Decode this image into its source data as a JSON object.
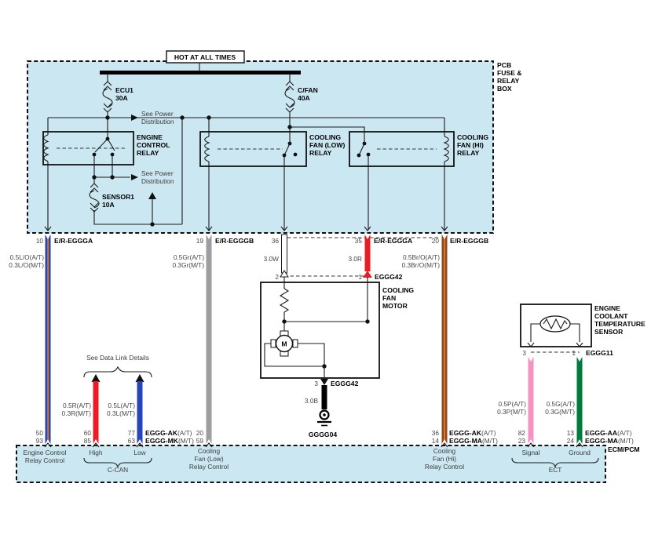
{
  "header": {
    "hot": "HOT AT ALL TIMES"
  },
  "pcb_box": {
    "lines": [
      "PCB",
      "FUSE &",
      "RELAY",
      "BOX"
    ]
  },
  "fuses": {
    "ecu1": {
      "name": "ECU1",
      "rating": "30A"
    },
    "cfan": {
      "name": "C/FAN",
      "rating": "40A"
    },
    "sensor1": {
      "name": "SENSOR1",
      "rating": "10A"
    }
  },
  "relays": {
    "ecr": [
      "ENGINE",
      "CONTROL",
      "RELAY"
    ],
    "low": [
      "COOLING",
      "FAN (LOW)",
      "RELAY"
    ],
    "hi": [
      "COOLING",
      "FAN (HI)",
      "RELAY"
    ]
  },
  "notes": {
    "spd1": [
      "See Power",
      "Distribution"
    ],
    "spd2": [
      "See Power",
      "Distribution"
    ],
    "datalink": "See Data Link Details"
  },
  "motor": {
    "label": [
      "COOLING",
      "FAN",
      "MOTOR"
    ],
    "letter": "M"
  },
  "ect": {
    "label": [
      "ENGINE",
      "COOLANT",
      "TEMPERATURE",
      "SENSOR"
    ]
  },
  "top_pins": {
    "p10": "10",
    "c10": "E/R-EGGGA",
    "p19": "19",
    "c19": "E/R-EGGGB",
    "p36": "36",
    "p35": "35",
    "c35": "E/R-EGGGA",
    "p20": "20",
    "c20": "E/R-EGGGB"
  },
  "wire_labels": {
    "w10": [
      "0.5L/O(A/T)",
      "0.3L/O(M/T)"
    ],
    "w19": [
      "0.5Gr(A/T)",
      "0.3Gr(M/T)"
    ],
    "w36": "3.0W",
    "w35": "3.0R",
    "w20": [
      "0.5Br/O(A/T)",
      "0.3Br/O(M/T)"
    ],
    "can_h": [
      "0.5R(A/T)",
      "0.3R(M/T)"
    ],
    "can_l": [
      "0.5L(A/T)",
      "0.3L(M/T)"
    ],
    "ect_s": [
      "0.5P(A/T)",
      "0.3P(M/T)"
    ],
    "ect_g": [
      "0.5G(A/T)",
      "0.3G(M/T)"
    ],
    "gnd": "3.0B"
  },
  "conn42": {
    "p2": "2",
    "p1": "1",
    "name": "EGGG42"
  },
  "conn42g": {
    "p3": "3",
    "name": "EGGG42",
    "ground": "GGGG04"
  },
  "conn11": {
    "p3": "3",
    "p1": "1",
    "name": "EGGG11"
  },
  "ecm": {
    "title": "ECM/PCM",
    "pins": {
      "ecr": [
        "50",
        "93"
      ],
      "canh": [
        "60",
        "85"
      ],
      "canl": [
        "77",
        "63"
      ],
      "low": [
        "20",
        "59"
      ],
      "hi": [
        "36",
        "14"
      ],
      "sig": [
        "82",
        "23"
      ],
      "gnd": [
        "13",
        "24"
      ]
    },
    "conns": {
      "canl_at": {
        "n": "EGGG-AK",
        "s": "(A/T)"
      },
      "canl_mt": {
        "n": "EGGG-MK",
        "s": "(M/T)"
      },
      "hi_at": {
        "n": "EGGG-AK",
        "s": "(A/T)"
      },
      "hi_mt": {
        "n": "EGGG-MA",
        "s": "(M/T)"
      },
      "gnd_at": {
        "n": "EGGG-AA",
        "s": "(A/T)"
      },
      "gnd_mt": {
        "n": "EGGG-MA",
        "s": "(M/T)"
      }
    },
    "funcs": {
      "ecr": [
        "Engine Control",
        "Relay Control"
      ],
      "high": "High",
      "low": "Low",
      "can": "C-CAN",
      "fanlow": [
        "Cooling",
        "Fan (Low)",
        "Relay Control"
      ],
      "fanhi": [
        "Cooling",
        "Fan (Hi)",
        "Relay Control"
      ],
      "signal": "Signal",
      "ground": "Ground",
      "ectg": "ECT"
    }
  },
  "colors": {
    "box_fill": "#cbe8f2",
    "blue": "#2644b5",
    "orange": "#e07b1f",
    "gray": "#9c9ea1",
    "red": "#ed1c24",
    "brown": "#8c4a20",
    "pink": "#f492c0",
    "green": "#007a3d",
    "black": "#000000",
    "white": "#ffffff"
  }
}
